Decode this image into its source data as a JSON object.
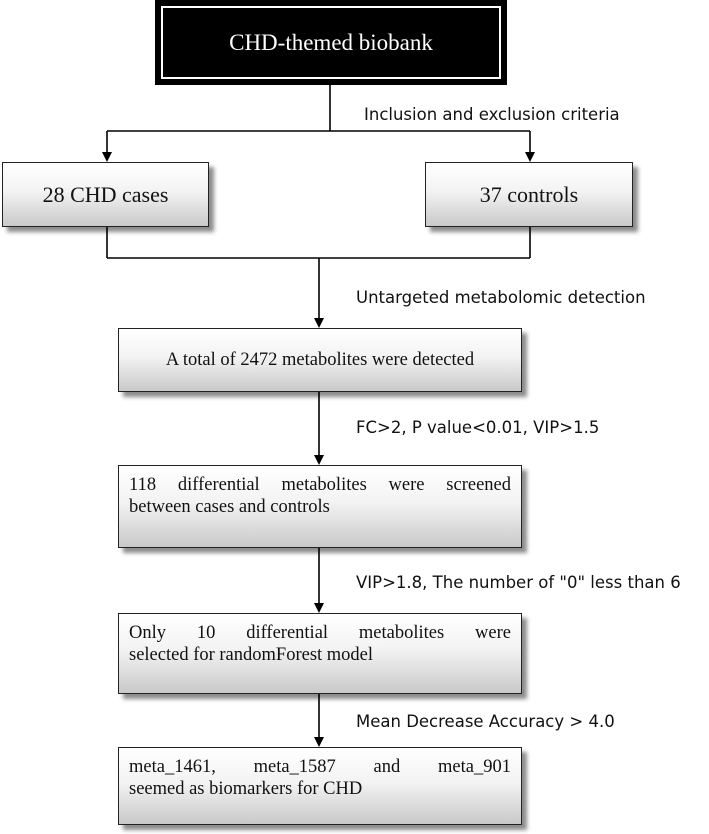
{
  "root": {
    "label": "CHD-themed biobank"
  },
  "steps": [
    {
      "criteria": "Inclusion and exclusion criteria"
    },
    {
      "criteria": "Untargeted metabolomic detection"
    },
    {
      "criteria": "FC>2, P value<0.01, VIP>1.5"
    },
    {
      "criteria": "VIP>1.8, The number of \"0\" less than 6"
    },
    {
      "criteria": "Mean Decrease Accuracy > 4.0"
    }
  ],
  "groups": {
    "cases": "28 CHD cases",
    "controls": "37 controls"
  },
  "boxes": {
    "detected": "A total of 2472 metabolites were detected",
    "screened_line1": "118 differential metabolites were screened",
    "screened_line2": "between cases and controls",
    "selected_line1": "Only 10 differential metabolites were",
    "selected_line2": "selected for randomForest model",
    "biomarkers_line1": "meta_1461, meta_1587 and meta_901",
    "biomarkers_line2": "seemed as biomarkers for CHD"
  }
}
